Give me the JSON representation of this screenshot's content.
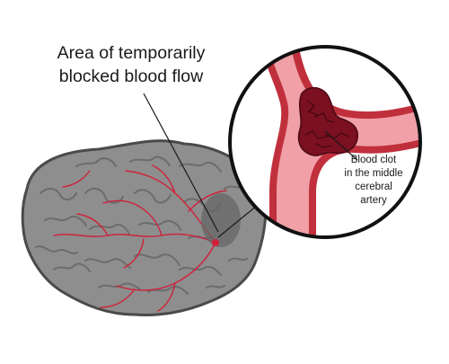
{
  "labels": {
    "area_line1": "Area of temporarily",
    "area_line2": "blocked blood flow",
    "clot_line1": "Blood clot",
    "clot_line2": "in the middle",
    "clot_line3": "cerebral",
    "clot_line4": "artery"
  },
  "stock_id": "243729385",
  "colors": {
    "brain_fill": "#8e8e8e",
    "brain_outline": "#4a4a4a",
    "gyri": "#6c6c6c",
    "vessel_lines": "#d0203a",
    "artery_fill": "#f0a0a6",
    "artery_wall": "#c0303c",
    "clot": "#7a1020",
    "zoom_circle_border": "#111111"
  }
}
